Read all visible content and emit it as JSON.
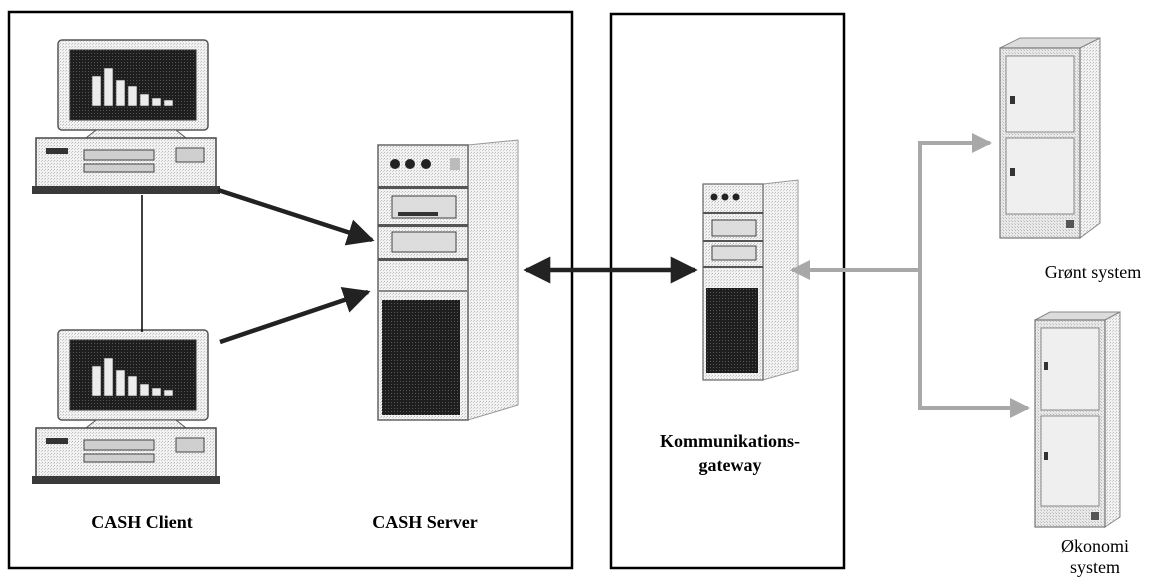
{
  "labels": {
    "cash_client": "CASH Client",
    "cash_server": "CASH Server",
    "gateway_line1": "Kommunikations-",
    "gateway_line2": "gateway",
    "green_system": "Grønt system",
    "economy_line1": "Økonomi",
    "economy_line2": "system"
  },
  "colors": {
    "frame": "#000000",
    "dark_arrow": "#222222",
    "gray_arrow": "#a8a8a8",
    "monitor_screen": "#2a2a2a",
    "chart_bars": "#e8e8e8",
    "cabinet": "#e4e4e4"
  },
  "icons": {
    "client_1": "desktop-pc-icon",
    "client_2": "desktop-pc-icon",
    "server": "tower-server-icon",
    "gateway": "tower-server-icon",
    "green_system": "server-cabinet-icon",
    "economy_system": "server-cabinet-icon"
  }
}
